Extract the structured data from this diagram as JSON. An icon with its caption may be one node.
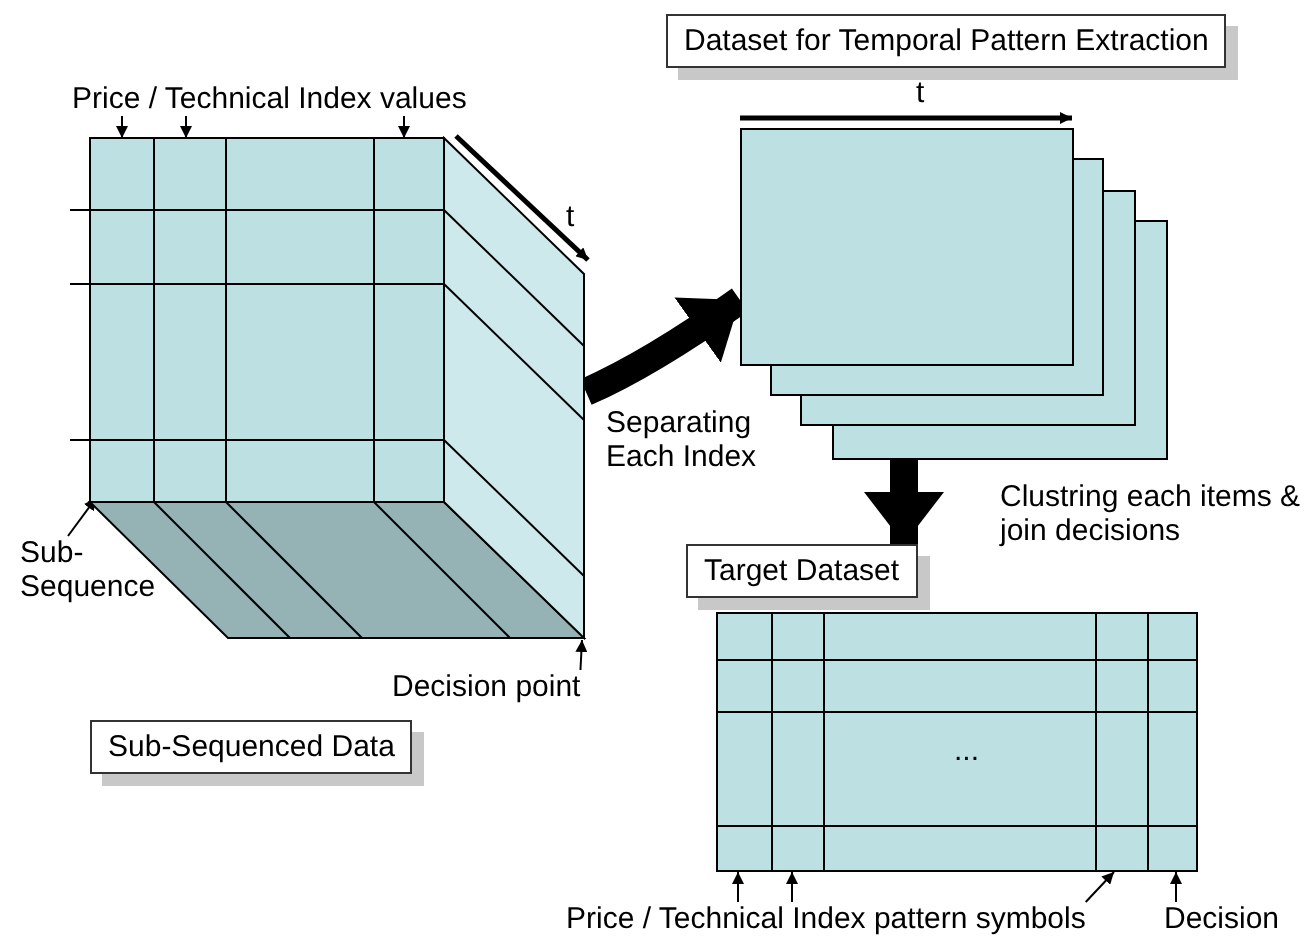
{
  "diagram": {
    "nodes": [
      {
        "text": [],
        "shape": "box"
      },
      {
        "text": [
          "Price / Technical Index values"
        ]
      },
      {
        "text": [
          "Sub- Sequence"
        ]
      },
      {
        "text": [
          "Decision point"
        ]
      },
      {
        "text": [
          "Sub-Sequenced Data"
        ]
      },
      {
        "text": [
          "Dataset for Temporal Pattern Extraction"
        ]
      },
      {
        "text": [],
        "shape": "box"
      },
      {
        "text": [],
        "shape": "box"
      },
      {
        "text": [],
        "shape": "box"
      },
      {
        "text": [],
        "shape": "box"
      },
      {
        "text": [
          "Target Dataset"
        ]
      },
      {
        "text": [
          "..."
        ]
      },
      {
        "text": [
          "Price / Technical Index pattern symbols"
        ]
      },
      {
        "text": [
          "Decision"
        ]
      }
    ],
    "edges": [
      {
        "from": 1,
        "to": 0,
        "arrow": "to"
      },
      {
        "from": 1,
        "to": 0,
        "arrow": "to"
      },
      {
        "from": 1,
        "to": 0,
        "arrow": "to"
      },
      {
        "from": 2,
        "to": 0,
        "arrow": "to"
      },
      {
        "from": 3,
        "to": 0,
        "arrow": "to"
      },
      {
        "from": 0,
        "to": 6,
        "arrow": "to",
        "style": "thick",
        "label": "Separating Each Index"
      },
      {
        "from": 9,
        "to": 10,
        "arrow": "to",
        "style": "thick",
        "label": "Clustring each items & join decisions"
      },
      {
        "from": 12,
        "to": 11,
        "arrow": "to"
      },
      {
        "from": 12,
        "to": 11,
        "arrow": "to"
      },
      {
        "from": 12,
        "to": 11,
        "arrow": "to"
      },
      {
        "from": 13,
        "to": 11,
        "arrow": "to"
      }
    ],
    "labels": [
      "t",
      "t"
    ]
  }
}
